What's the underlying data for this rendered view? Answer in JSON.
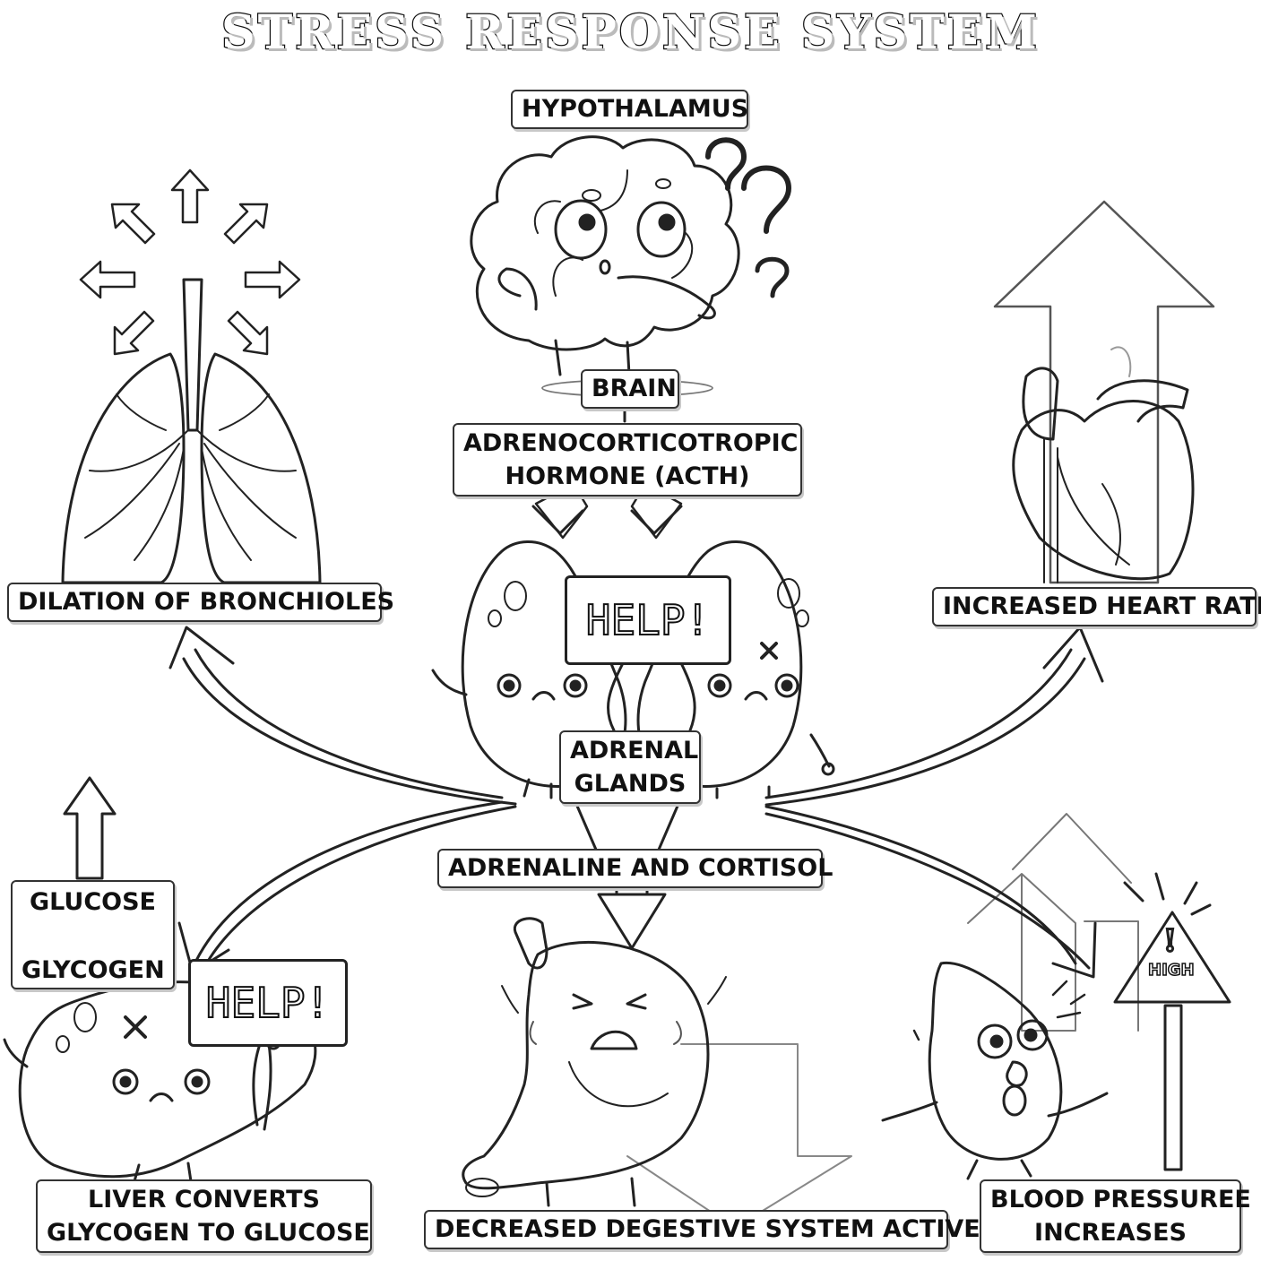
{
  "title": "STRESS RESPONSE SYSTEM",
  "nodes": {
    "hypothalamus": "HYPOTHALAMUS",
    "brain": "BRAIN",
    "acth_line1": "ADRENOCORTICOTROPIC",
    "acth_line2": "HORMONE (ACTH)",
    "adrenal_line1": "ADRENAL",
    "adrenal_line2": "GLANDS",
    "adrenaline": "ADRENALINE AND CORTISOL",
    "bronchioles": "DILATION OF BRONCHIOLES",
    "heart": "INCREASED HEART RATE",
    "glucose": "GLUCOSE",
    "glycogen": "GLYCOGEN",
    "liver_line1": "LIVER CONVERTS",
    "liver_line2": "GLYCOGEN TO GLUCOSE",
    "digestive": "DECREASED DEGESTIVE SYSTEM ACTIVE",
    "bp_line1": "BLOOD PRESSUREE",
    "bp_line2": "INCREASES"
  },
  "signs": {
    "adrenal_help": "HELP!",
    "liver_help": "HELP!",
    "high": "HIGH",
    "exclaim": "!"
  },
  "icons": [
    "brain-character-icon",
    "question-mark-icon",
    "lungs-icon",
    "heart-icon",
    "adrenal-glands-character-icon",
    "liver-character-icon",
    "stomach-character-icon",
    "blood-drop-character-icon",
    "warning-triangle-icon",
    "up-arrow-icon",
    "down-arrow-icon",
    "curved-arrow-icon"
  ],
  "colors": {
    "line": "#222222",
    "shadow": "#c8c8c8",
    "background": "#ffffff"
  }
}
